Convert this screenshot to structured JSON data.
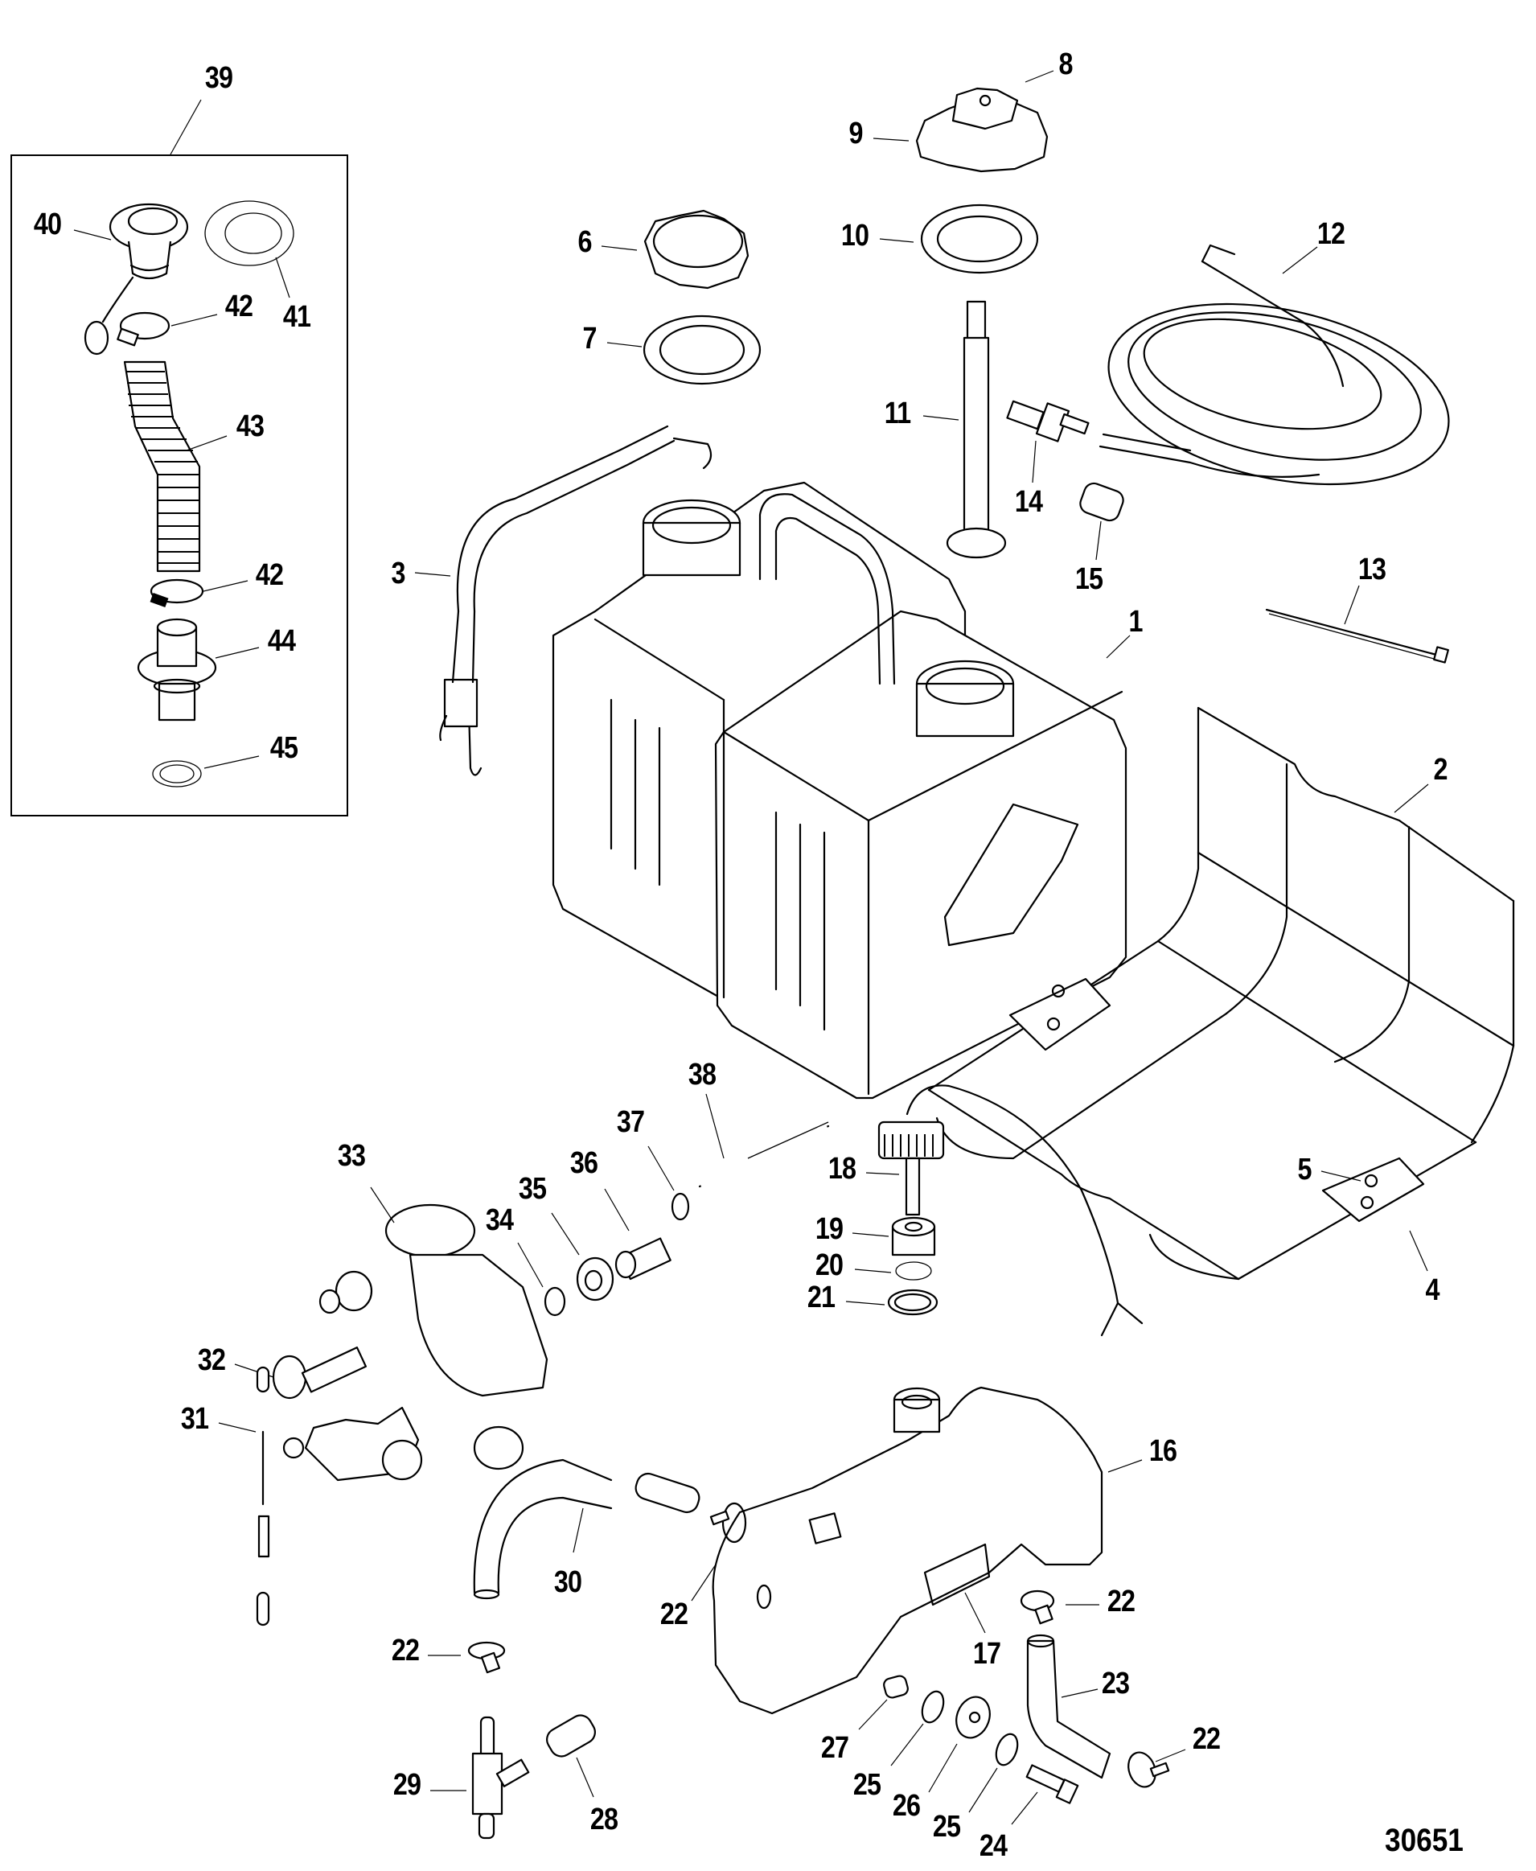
{
  "diagram": {
    "title": "Oil injection reservoir and fuel tank components — exploded parts view",
    "figure_id": "30651",
    "kit_group": {
      "number": "39",
      "contains": [
        "40",
        "41",
        "42",
        "43",
        "42",
        "44",
        "45"
      ]
    },
    "callouts": [
      {
        "id": "c1",
        "label": "1",
        "part": "remote oil tank"
      },
      {
        "id": "c2",
        "label": "2",
        "part": "tank bracket frame"
      },
      {
        "id": "c3",
        "label": "3",
        "part": "hold-down strap"
      },
      {
        "id": "c4",
        "label": "4",
        "part": "clip plate"
      },
      {
        "id": "c5",
        "label": "5",
        "part": "screw"
      },
      {
        "id": "c6",
        "label": "6",
        "part": "fill cap"
      },
      {
        "id": "c7",
        "label": "7",
        "part": "cap gasket"
      },
      {
        "id": "c8",
        "label": "8",
        "part": "pickup cap assembly"
      },
      {
        "id": "c9",
        "label": "9",
        "part": "cap"
      },
      {
        "id": "c10",
        "label": "10",
        "part": "cap gasket"
      },
      {
        "id": "c11",
        "label": "11",
        "part": "pickup tube"
      },
      {
        "id": "c12",
        "label": "12",
        "part": "hose assembly"
      },
      {
        "id": "c13",
        "label": "13",
        "part": "cable tie"
      },
      {
        "id": "c14",
        "label": "14",
        "part": "fitting"
      },
      {
        "id": "c15",
        "label": "15",
        "part": "connector"
      },
      {
        "id": "c16",
        "label": "16",
        "part": "engine oil reservoir"
      },
      {
        "id": "c17",
        "label": "17",
        "part": "decal"
      },
      {
        "id": "c18",
        "label": "18",
        "part": "oil level sensor"
      },
      {
        "id": "c19",
        "label": "19",
        "part": "grommet"
      },
      {
        "id": "c20",
        "label": "20",
        "part": "lock washer"
      },
      {
        "id": "c21",
        "label": "21",
        "part": "seal"
      },
      {
        "id": "c22a",
        "label": "22",
        "part": "hose clamp"
      },
      {
        "id": "c22b",
        "label": "22",
        "part": "hose clamp"
      },
      {
        "id": "c22c",
        "label": "22",
        "part": "hose clamp"
      },
      {
        "id": "c22d",
        "label": "22",
        "part": "hose clamp"
      },
      {
        "id": "c23",
        "label": "23",
        "part": "hose elbow"
      },
      {
        "id": "c24",
        "label": "24",
        "part": "screw"
      },
      {
        "id": "c25a",
        "label": "25",
        "part": "washer"
      },
      {
        "id": "c25b",
        "label": "25",
        "part": "washer"
      },
      {
        "id": "c26",
        "label": "26",
        "part": "grommet"
      },
      {
        "id": "c27",
        "label": "27",
        "part": "bushing"
      },
      {
        "id": "c28",
        "label": "28",
        "part": "hose"
      },
      {
        "id": "c29",
        "label": "29",
        "part": "tee fitting"
      },
      {
        "id": "c30",
        "label": "30",
        "part": "hose"
      },
      {
        "id": "c31",
        "label": "31",
        "part": "link rod"
      },
      {
        "id": "c32",
        "label": "32",
        "part": "screw"
      },
      {
        "id": "c33",
        "label": "33",
        "part": "oil pump"
      },
      {
        "id": "c34",
        "label": "34",
        "part": "o-ring"
      },
      {
        "id": "c35",
        "label": "35",
        "part": "seal"
      },
      {
        "id": "c36",
        "label": "36",
        "part": "bushing"
      },
      {
        "id": "c37",
        "label": "37",
        "part": "o-ring"
      },
      {
        "id": "c38",
        "label": "38",
        "part": "drive shaft"
      },
      {
        "id": "c39",
        "label": "39",
        "part": "fill kit"
      },
      {
        "id": "c40",
        "label": "40",
        "part": "deck fill"
      },
      {
        "id": "c41",
        "label": "41",
        "part": "gasket"
      },
      {
        "id": "c42a",
        "label": "42",
        "part": "hose clamp"
      },
      {
        "id": "c42b",
        "label": "42",
        "part": "hose clamp"
      },
      {
        "id": "c43",
        "label": "43",
        "part": "fill hose"
      },
      {
        "id": "c44",
        "label": "44",
        "part": "fitting"
      },
      {
        "id": "c45",
        "label": "45",
        "part": "gasket"
      }
    ]
  }
}
